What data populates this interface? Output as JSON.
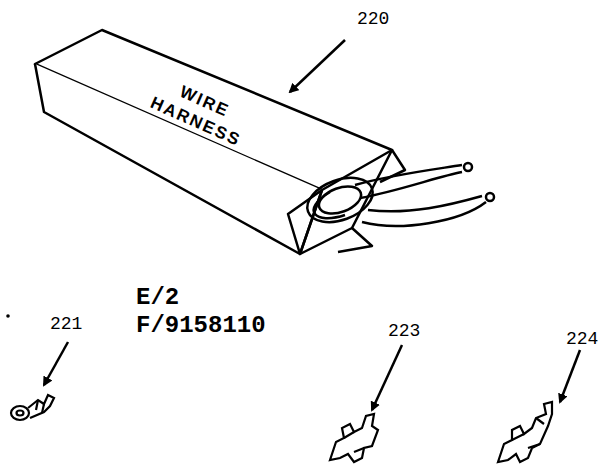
{
  "diagram": {
    "labels": [
      "220",
      "WIRE HARNESS",
      "221",
      "E/2",
      "F/9158110",
      "223",
      "224"
    ]
  }
}
